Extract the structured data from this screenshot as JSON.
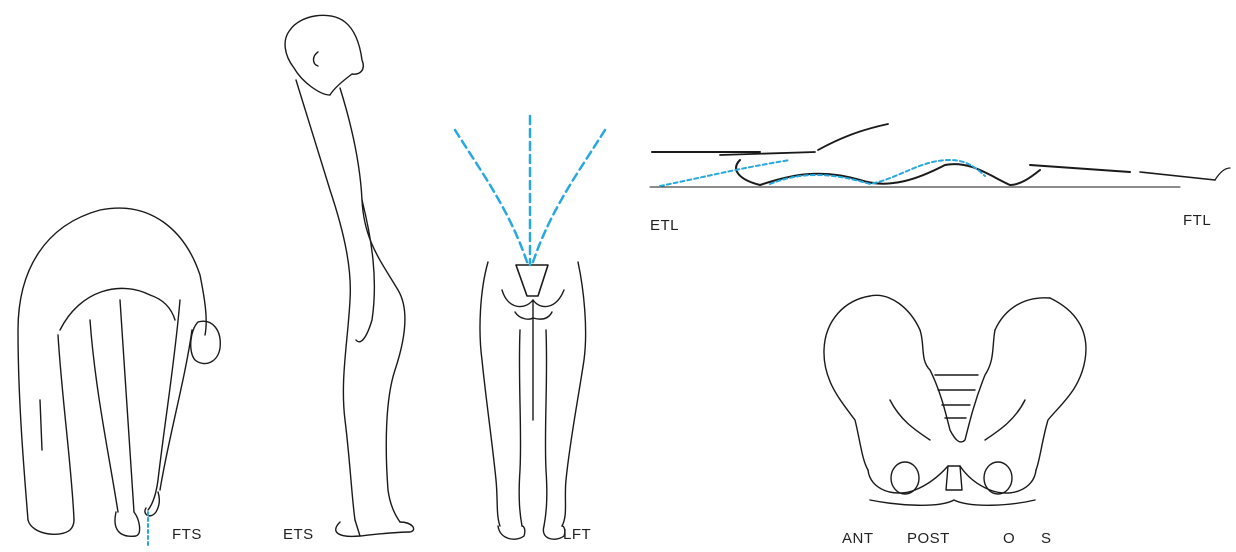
{
  "figures": {
    "forward_standing": {
      "label": "FTS"
    },
    "extension_standing": {
      "label": "ETS"
    },
    "lateral_flexion": {
      "label": "LFT"
    },
    "extension_lying": {
      "label": "ETL"
    },
    "flexion_lying": {
      "label": "FTL"
    }
  },
  "pelvis": {
    "labels": {
      "ant": "ANT",
      "post": "POST",
      "o": "O",
      "s": "S"
    }
  },
  "colors": {
    "outline": "#1a1a1a",
    "guide": "#29a8e0"
  }
}
